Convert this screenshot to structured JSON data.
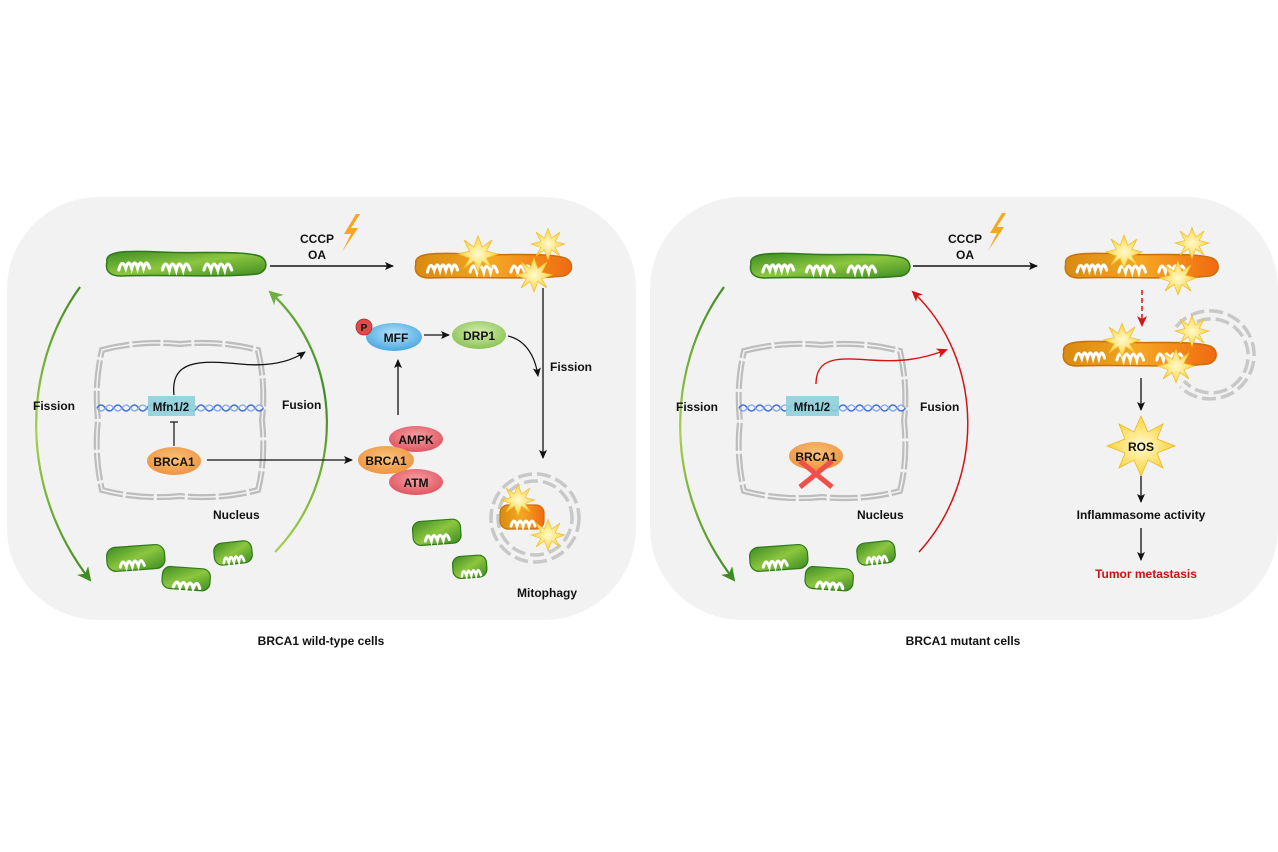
{
  "panels": [
    {
      "id": "wild-type",
      "caption": "BRCA1 wild-type cells",
      "treatment": [
        "CCCP",
        "OA"
      ],
      "cycle": {
        "fission_label": "Fission",
        "fusion_label": "Fusion"
      },
      "nucleus": {
        "label": "Nucleus",
        "gene": "Mfn1/2",
        "regulator": "BRCA1",
        "brca1_knocked_out": false
      },
      "complex": {
        "center": "BRCA1",
        "top": "AMPK",
        "bottom": "ATM"
      },
      "pathway": {
        "phospho": "P",
        "mff": "MFF",
        "drp1": "DRP1",
        "fission_label": "Fission",
        "outcome": "Mitophagy"
      }
    },
    {
      "id": "mutant",
      "caption": "BRCA1 mutant cells",
      "treatment": [
        "CCCP",
        "OA"
      ],
      "cycle": {
        "fission_label": "Fission",
        "fusion_label": "Fusion"
      },
      "nucleus": {
        "label": "Nucleus",
        "gene": "Mfn1/2",
        "regulator": "BRCA1",
        "brca1_knocked_out": true
      },
      "cascade": [
        "ROS",
        "Inflammasome activity",
        "Tumor metastasis"
      ]
    }
  ],
  "colors": {
    "panel_bg": "#f2f2f2",
    "healthy_mito": "#4e9a2a",
    "damaged_mito": "#ef8a12",
    "fusion_arrow_wt": "#3f9a2e",
    "fusion_arrow_mut": "#d41414",
    "tumor_text": "#cc1111",
    "knockout_x": "#f0504a",
    "gene_highlight": "#8fd0dc",
    "brca1": "#f2a65a",
    "ampk_atm": "#e8646b",
    "mff": "#5bb6e8",
    "drp1": "#9ccc6a",
    "phospho": "#e04a4a",
    "ros_star": "#ffd84a"
  }
}
